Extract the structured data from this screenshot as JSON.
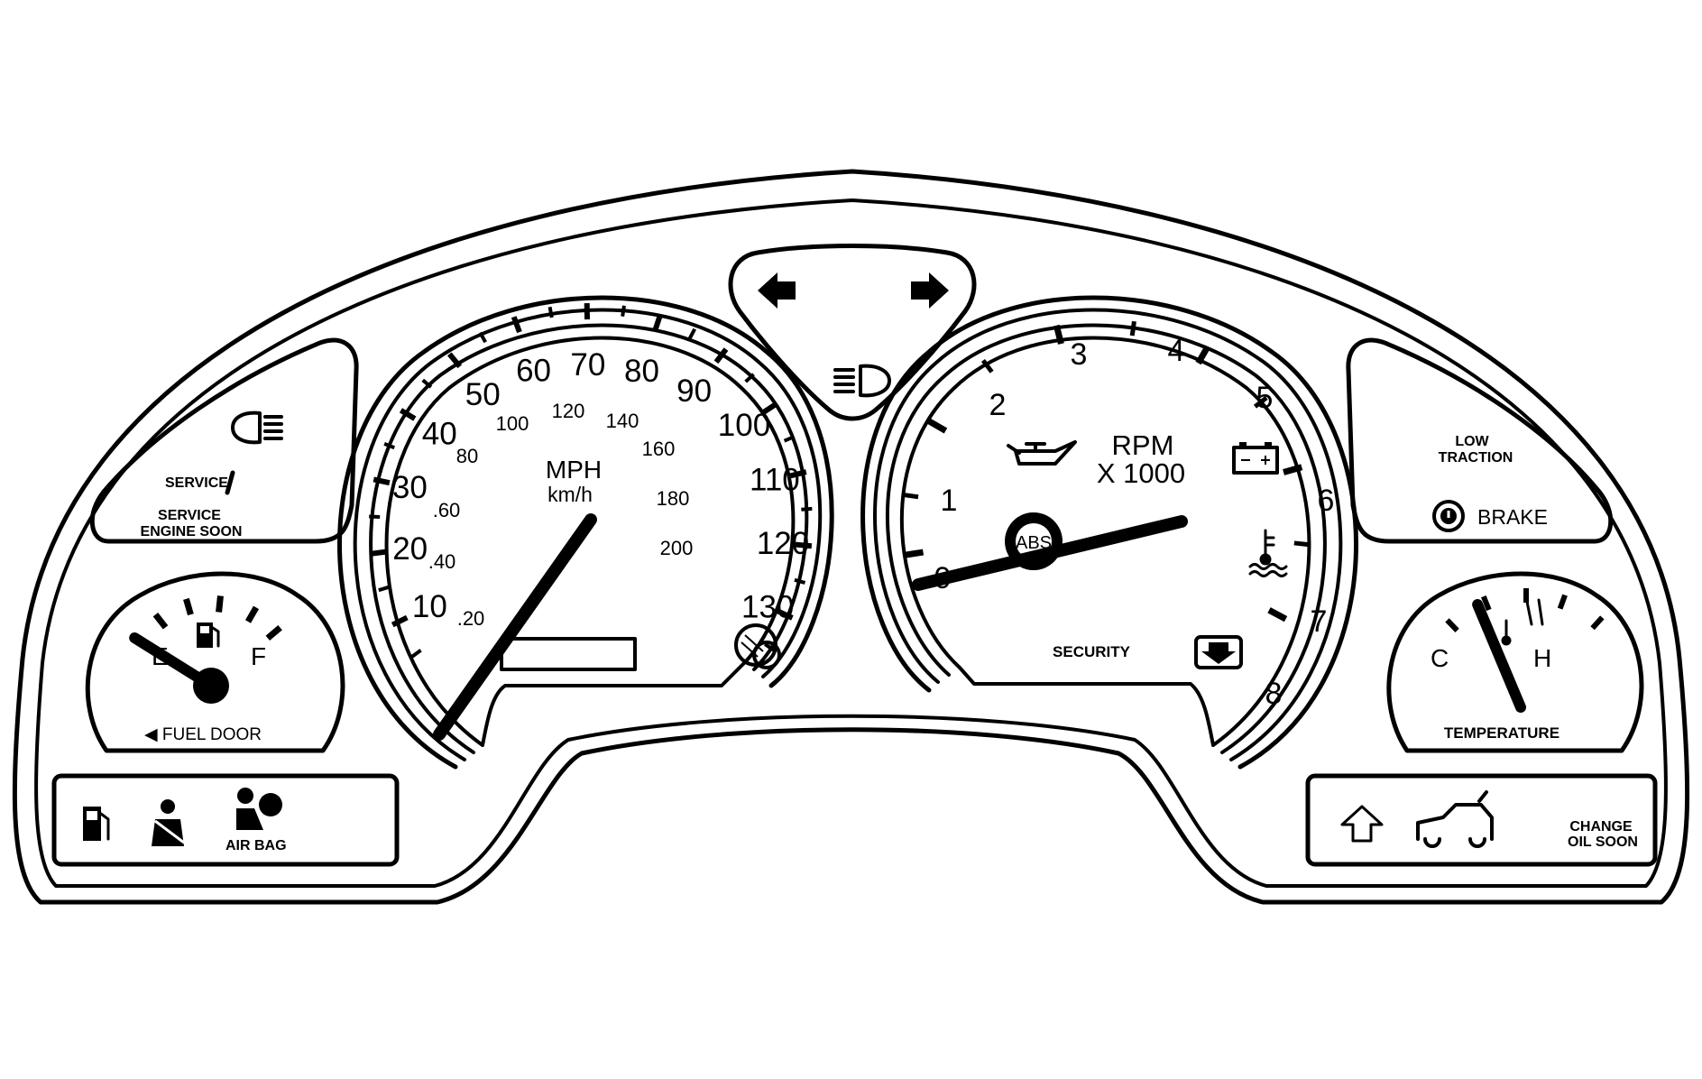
{
  "speedometer": {
    "unit_primary": "MPH",
    "unit_secondary": "km/h",
    "mph_labels": [
      "10",
      "20",
      "30",
      "40",
      "50",
      "60",
      "70",
      "80",
      "90",
      "100",
      "110",
      "120",
      "130"
    ],
    "kmh_labels": [
      ".20",
      ".40",
      ".60",
      "80",
      "100",
      "120",
      "140",
      "160",
      "180",
      "200"
    ],
    "needle_mph": 8
  },
  "tachometer": {
    "title_line1": "RPM",
    "title_line2": "X 1000",
    "labels": [
      "0",
      "1",
      "2",
      "3",
      "4",
      "5",
      "6",
      "7",
      "8"
    ],
    "needle_rpm": 0.2,
    "abs_label": "ABS",
    "security_label": "SECURITY"
  },
  "fuel_gauge": {
    "empty_label": "E",
    "full_label": "F",
    "fuel_door_label": "◀ FUEL DOOR",
    "level": 0.0
  },
  "temperature_gauge": {
    "cold_label": "C",
    "hot_label": "H",
    "title": "TEMPERATURE",
    "level": 0.25
  },
  "left_indicators": {
    "service_label": "SERVICE",
    "engine_line1": "SERVICE",
    "engine_line2": "ENGINE SOON"
  },
  "right_indicators": {
    "low_traction_line1": "LOW",
    "low_traction_line2": "TRACTION",
    "brake_label": "BRAKE"
  },
  "bottom_left_panel": {
    "airbag_label": "AIR BAG"
  },
  "bottom_right_panel": {
    "oil_line1": "CHANGE",
    "oil_line2": "OIL SOON"
  },
  "icons": [
    "left-turn-arrow-icon",
    "right-turn-arrow-icon",
    "high-beam-icon",
    "fog-lamp-icon",
    "wrench-icon",
    "oil-can-icon",
    "battery-icon",
    "coolant-temp-icon",
    "security-icon",
    "brake-icon",
    "fuel-pump-icon",
    "seatbelt-icon",
    "airbag-icon",
    "upshift-arrow-icon",
    "vehicle-icon"
  ]
}
